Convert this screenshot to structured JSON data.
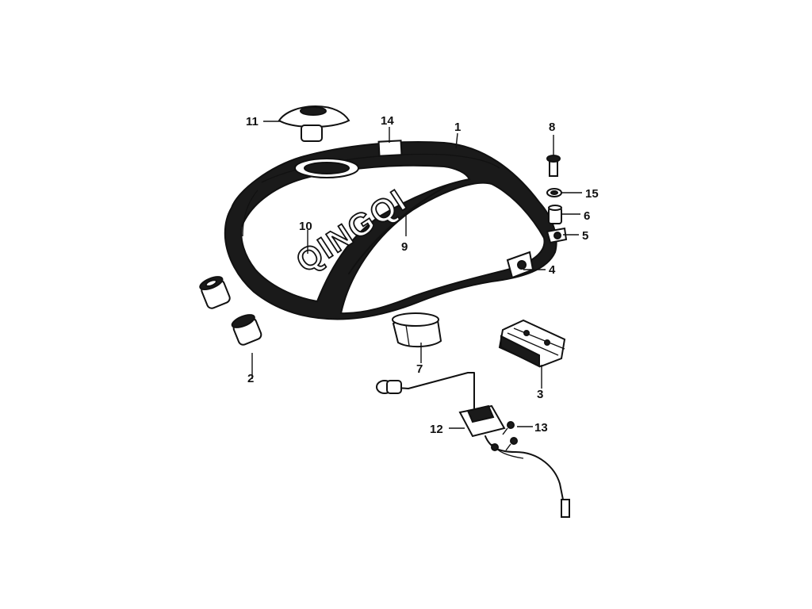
{
  "diagram": {
    "tank_logo_text": "QINGQI",
    "callouts": [
      {
        "id": "1",
        "label": "1"
      },
      {
        "id": "2",
        "label": "2"
      },
      {
        "id": "3",
        "label": "3"
      },
      {
        "id": "4",
        "label": "4"
      },
      {
        "id": "5",
        "label": "5"
      },
      {
        "id": "6",
        "label": "6"
      },
      {
        "id": "7",
        "label": "7"
      },
      {
        "id": "8",
        "label": "8"
      },
      {
        "id": "9",
        "label": "9"
      },
      {
        "id": "10",
        "label": "10"
      },
      {
        "id": "11",
        "label": "11"
      },
      {
        "id": "12",
        "label": "12"
      },
      {
        "id": "13",
        "label": "13"
      },
      {
        "id": "14",
        "label": "14"
      },
      {
        "id": "15",
        "label": "15"
      }
    ]
  }
}
